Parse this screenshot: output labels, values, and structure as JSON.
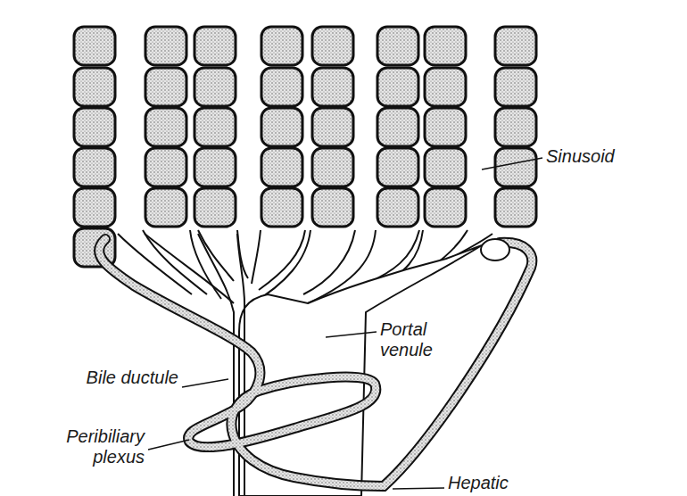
{
  "diagram": {
    "labels": [
      "Sinusoid",
      "Portal venule",
      "Bile ductule",
      "Peribiliary plexus",
      "Hepatic"
    ]
  }
}
